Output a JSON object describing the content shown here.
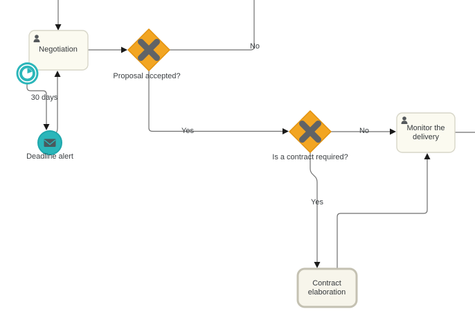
{
  "diagram_type": "bpmn-process",
  "colors": {
    "event_teal": "#2bb6ba",
    "event_teal_dark": "#1ea7ac",
    "gateway_orange": "#f2a522",
    "gateway_orange_border": "#e2920e",
    "gateway_x_gray": "#606366",
    "task_fill": "#fbfaf0",
    "task_border": "#d7d6c8",
    "selected_task_border": "#c4c1b2",
    "flow_line": "#6f6f6f",
    "arrow_black": "#1a1a1a",
    "icon_gray": "#54585b",
    "text": "#3a3e41"
  },
  "nodes": {
    "negotiation": {
      "label": "Negotiation",
      "type": "user-task"
    },
    "proposal_gateway": {
      "label": "Proposal accepted?",
      "type": "exclusive-gateway"
    },
    "contract_gateway": {
      "label": "Is a contract required?",
      "type": "exclusive-gateway"
    },
    "monitor_task": {
      "label": "Monitor the delivery",
      "type": "user-task"
    },
    "contract_task": {
      "label": "Contract elaboration",
      "type": "task",
      "selected": true
    },
    "timer_event": {
      "label": "30 days",
      "type": "timer-boundary-event"
    },
    "deadline_event": {
      "label": "Deadline alert",
      "type": "message-throw-event"
    }
  },
  "edges": {
    "proposal_no": {
      "label": "No"
    },
    "proposal_yes": {
      "label": "Yes"
    },
    "contract_no": {
      "label": "No"
    },
    "contract_yes": {
      "label": "Yes"
    }
  }
}
